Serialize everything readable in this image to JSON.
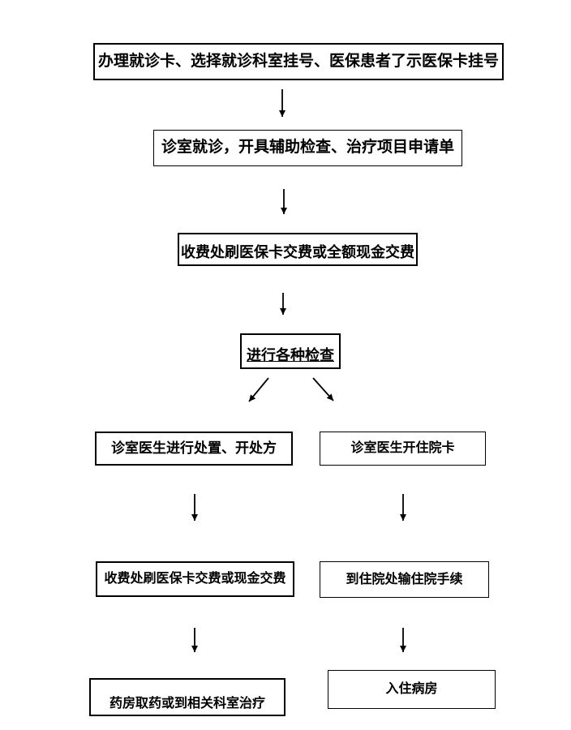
{
  "page": {
    "background_color": "#ffffff",
    "text_color": "#000000",
    "line_color": "#000000"
  },
  "flowchart": {
    "title": "",
    "nodes": [
      {
        "id": "n1",
        "label": "办理就诊卡、选择就诊科室挂号、医保患者了示医保卡挂号"
      },
      {
        "id": "n2",
        "label": "诊室就诊，开具辅助检查、治疗项目申请单"
      },
      {
        "id": "n3",
        "label": "收费处刷医保卡交费或全额现金交费"
      },
      {
        "id": "n4",
        "label": "进行各种检查"
      },
      {
        "id": "n5",
        "label": "诊室医生进行处置、开处方"
      },
      {
        "id": "n6",
        "label": "诊室医生开住院卡"
      },
      {
        "id": "n7",
        "label": "收费处刷医保卡交费或现金交费"
      },
      {
        "id": "n8",
        "label": "到住院处输住院手续"
      },
      {
        "id": "n9",
        "label": "药房取药或到相关科室治疗"
      },
      {
        "id": "n10",
        "label": "入住病房"
      }
    ],
    "edges": [
      {
        "from": "n1",
        "to": "n2",
        "type": "straight-down"
      },
      {
        "from": "n2",
        "to": "n3",
        "type": "straight-down"
      },
      {
        "from": "n3",
        "to": "n4",
        "type": "straight-down"
      },
      {
        "from": "n4",
        "to": "n5",
        "type": "diagonal-down-left"
      },
      {
        "from": "n4",
        "to": "n6",
        "type": "diagonal-down-right"
      },
      {
        "from": "n5",
        "to": "n7",
        "type": "straight-down"
      },
      {
        "from": "n6",
        "to": "n8",
        "type": "straight-down"
      },
      {
        "from": "n7",
        "to": "n9",
        "type": "straight-down"
      },
      {
        "from": "n8",
        "to": "n10",
        "type": "straight-down"
      }
    ]
  }
}
